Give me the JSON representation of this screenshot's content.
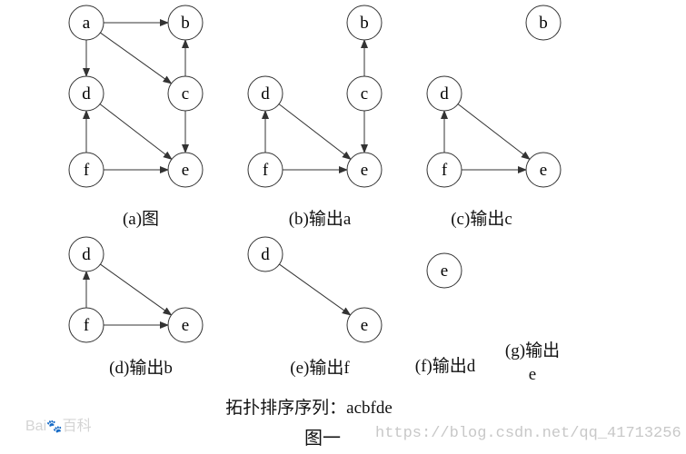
{
  "graphs": [
    {
      "id": "a",
      "caption": "(a)图",
      "nodes": [
        "a",
        "b",
        "c",
        "d",
        "e",
        "f"
      ],
      "edges": [
        [
          "a",
          "b"
        ],
        [
          "a",
          "d"
        ],
        [
          "a",
          "c"
        ],
        [
          "c",
          "b"
        ],
        [
          "c",
          "e"
        ],
        [
          "d",
          "e"
        ],
        [
          "f",
          "d"
        ],
        [
          "f",
          "e"
        ]
      ]
    },
    {
      "id": "b",
      "caption": "(b)输出a",
      "nodes": [
        "b",
        "c",
        "d",
        "e",
        "f"
      ],
      "edges": [
        [
          "c",
          "b"
        ],
        [
          "c",
          "e"
        ],
        [
          "d",
          "e"
        ],
        [
          "f",
          "d"
        ],
        [
          "f",
          "e"
        ]
      ]
    },
    {
      "id": "c",
      "caption": "(c)输出c",
      "nodes": [
        "b",
        "d",
        "e",
        "f"
      ],
      "edges": [
        [
          "d",
          "e"
        ],
        [
          "f",
          "d"
        ],
        [
          "f",
          "e"
        ]
      ]
    },
    {
      "id": "d",
      "caption": "(d)输出b",
      "nodes": [
        "d",
        "e",
        "f"
      ],
      "edges": [
        [
          "f",
          "d"
        ],
        [
          "d",
          "e"
        ],
        [
          "f",
          "e"
        ]
      ]
    },
    {
      "id": "e",
      "caption": "(e)输出f",
      "nodes": [
        "d",
        "e"
      ],
      "edges": [
        [
          "d",
          "e"
        ]
      ]
    },
    {
      "id": "f",
      "caption": "(f)输出d",
      "nodes": [
        "e"
      ],
      "edges": []
    },
    {
      "id": "g",
      "caption": "(g)输出",
      "caption2": "e",
      "nodes": [],
      "edges": []
    }
  ],
  "sequence_label": "拓扑排序序列：acbfde",
  "figure_title": "图一",
  "watermark_url": "https://blog.csdn.net/qq_41713256",
  "watermark_logo": "Bai百科"
}
